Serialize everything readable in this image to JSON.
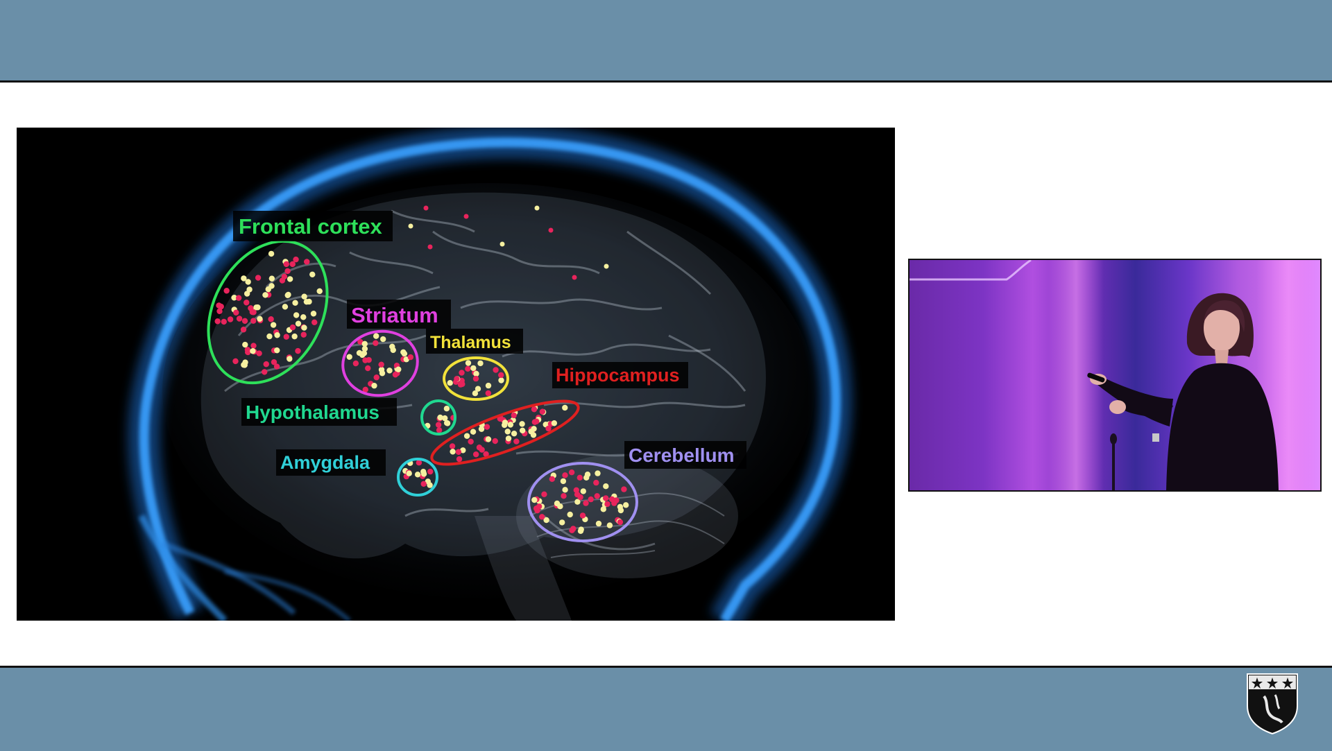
{
  "slide": {
    "labels": {
      "frontal": "Frontal cortex",
      "striatum": "Striatum",
      "thalamus": "Thalamus",
      "hippocampus": "Hippocampus",
      "hypothalamus": "Hypothalamus",
      "amygdala": "Amygdala",
      "cerebellum": "Cerebellum"
    },
    "colors": {
      "frontal": "#2ee05a",
      "striatum": "#e040e0",
      "thalamus": "#f2e23a",
      "hippocampus": "#e02020",
      "hypothalamus": "#20d890",
      "amygdala": "#30d0d8",
      "cerebellum": "#a090f0",
      "dot_red": "#e8245c",
      "dot_yellow": "#f6f0a0",
      "skull_glow": "#2b8fe8"
    }
  },
  "video": {
    "description_icon": "presenter-video-icon"
  },
  "crest": {
    "icon": "college-crest-icon"
  }
}
